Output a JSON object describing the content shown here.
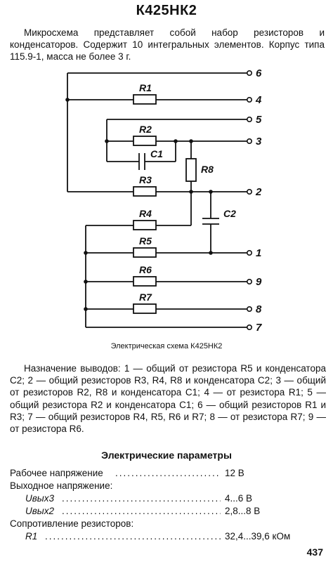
{
  "header": {
    "title": "К425НК2"
  },
  "intro": {
    "text": "Микросхема представляет собой набор резисторов и конденсаторов. Содержит 10 интегральных элементов. Корпус типа 115.9-1, масса не более 3 г."
  },
  "schematic": {
    "components": {
      "r1": "R1",
      "r2": "R2",
      "r3": "R3",
      "r4": "R4",
      "r5": "R5",
      "r6": "R6",
      "r7": "R7",
      "r8": "R8",
      "c1": "C1",
      "c2": "C2"
    },
    "pins": {
      "p6": "6",
      "p4": "4",
      "p5": "5",
      "p3": "3",
      "p2": "2",
      "p1": "1",
      "p9": "9",
      "p8": "8",
      "p7": "7"
    },
    "caption": "Электрическая схема К425НК2"
  },
  "pin_assignment": {
    "text": "Назначение выводов: 1 — общий от резистора R5 и конденсатора C2; 2 — общий резисторов R3, R4, R8 и конденсатора C2; 3 — общий от резисторов R2, R8 и конденсатора C1; 4 — от резистора R1; 5 — общий резистора R2 и конденсатора C1; 6 — общий резисторов R1 и R3; 7 — общий резисторов R4, R5, R6 и R7; 8 — от резистора R7; 9 — от резистора R6."
  },
  "params": {
    "title": "Электрические параметры",
    "rows": [
      {
        "label": "Рабочее напряжение",
        "value": "12 В"
      },
      {
        "label": "Выходное напряжение:",
        "value": ""
      },
      {
        "label": "Uвых3",
        "value": "4...6 В"
      },
      {
        "label": "Uвых2",
        "value": "2,8...8 В"
      },
      {
        "label": "Сопротивление резисторов:",
        "value": ""
      },
      {
        "label": "R1",
        "value": "32,4...39,6 кОм"
      }
    ]
  },
  "page": {
    "number": "437"
  }
}
